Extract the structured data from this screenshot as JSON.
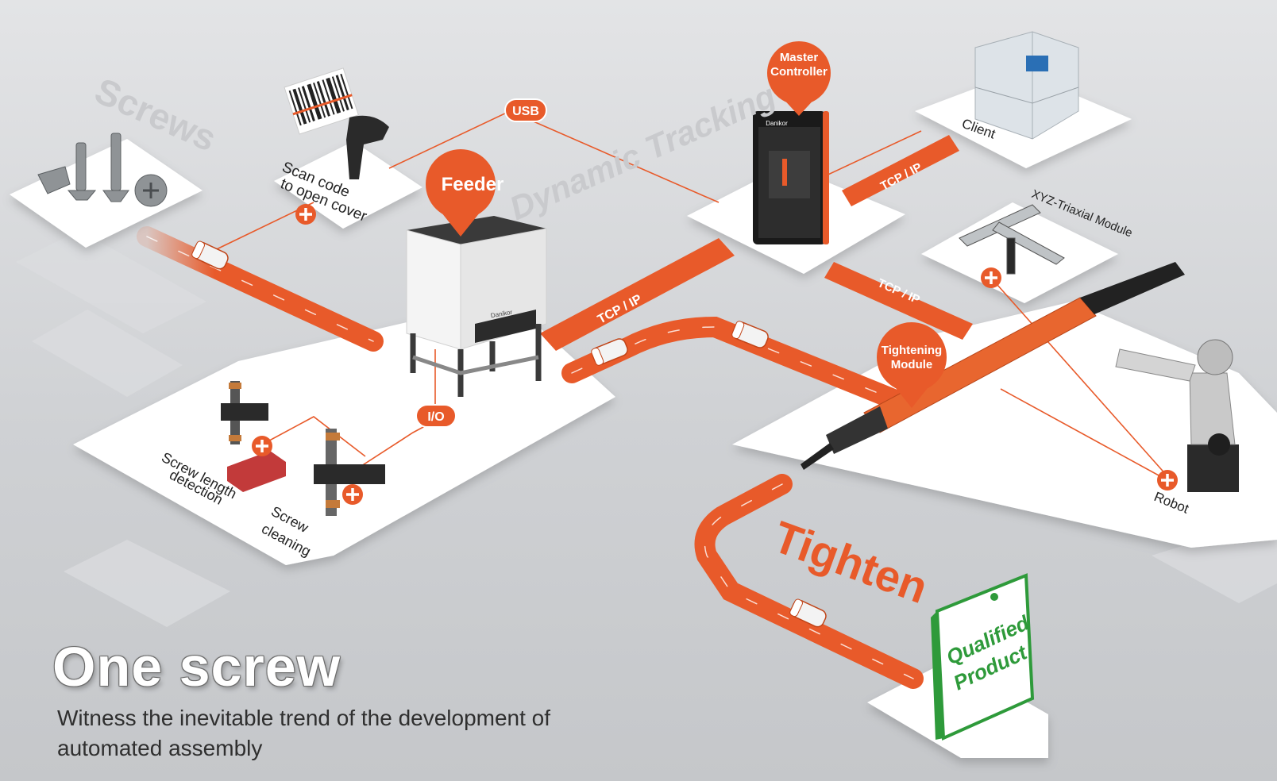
{
  "stations": {
    "screws": "Screws",
    "scan": [
      "Scan code",
      "to open cover"
    ],
    "feeder": "Feeder",
    "master": [
      "Master",
      "Controller"
    ],
    "client": "Client",
    "xyz": "XYZ-Triaxial Module",
    "tightening": [
      "Tightening",
      "Module"
    ],
    "robot": "Robot",
    "length": [
      "Screw length",
      "detection"
    ],
    "cleaning": [
      "Screw",
      "cleaning"
    ]
  },
  "connections": {
    "usb": "USB",
    "io": "I/O",
    "tcp1": "TCP / IP",
    "tcp2": "TCP / IP",
    "tcp3": "TCP / IP"
  },
  "flow": {
    "dynamic": "Dynamic Tracking",
    "tighten": "Tighten",
    "qualified": [
      "Qualified",
      "Product"
    ]
  },
  "brand": "Danikor",
  "headline": "One screw",
  "subline": "Witness the inevitable trend of the development of automated assembly",
  "colors": {
    "accent": "#e85a2a",
    "qualified_green": "#2e9a3a",
    "platform": "#ffffff"
  }
}
